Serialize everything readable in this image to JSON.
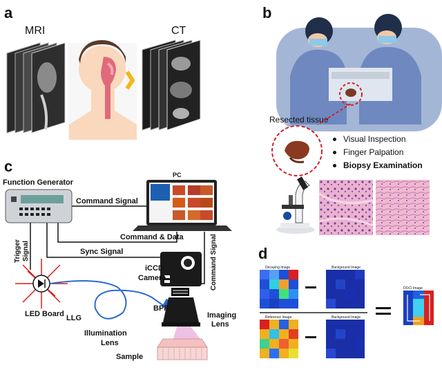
{
  "panels": {
    "a": "a",
    "b": "b",
    "c": "c",
    "d": "d"
  },
  "panel_a": {
    "mri_label": "MRI",
    "ct_label": "CT"
  },
  "panel_b": {
    "resected_label": "Resected tissue",
    "bullets": [
      "Visual Inspection",
      "Finger Palpation",
      "Biopsy Examination"
    ]
  },
  "panel_c": {
    "pc_label": "PC",
    "function_generator": "Function Generator",
    "command_signal": "Command Signal",
    "trigger_signal_1": "Trigger",
    "trigger_signal_2": "Signal",
    "sync_signal": "Sync Signal",
    "command_and_data": "Command & Data",
    "iccd_1": "iCCD",
    "iccd_2": "Camera",
    "command_signal_vertical": "Command Signal",
    "led_board": "LED Board",
    "bpf": "BPF",
    "llg": "LLG",
    "imaging_1": "Imaging",
    "imaging_2": "Lens",
    "illumination_1": "Illumination",
    "illumination_2": "Lens",
    "sample": "Sample"
  },
  "panel_d": {
    "decaying": "Decaying Image",
    "background_1": "Background Image",
    "reference": "Reference Image",
    "background_2": "Background Image",
    "doci": "DOCI Image"
  }
}
